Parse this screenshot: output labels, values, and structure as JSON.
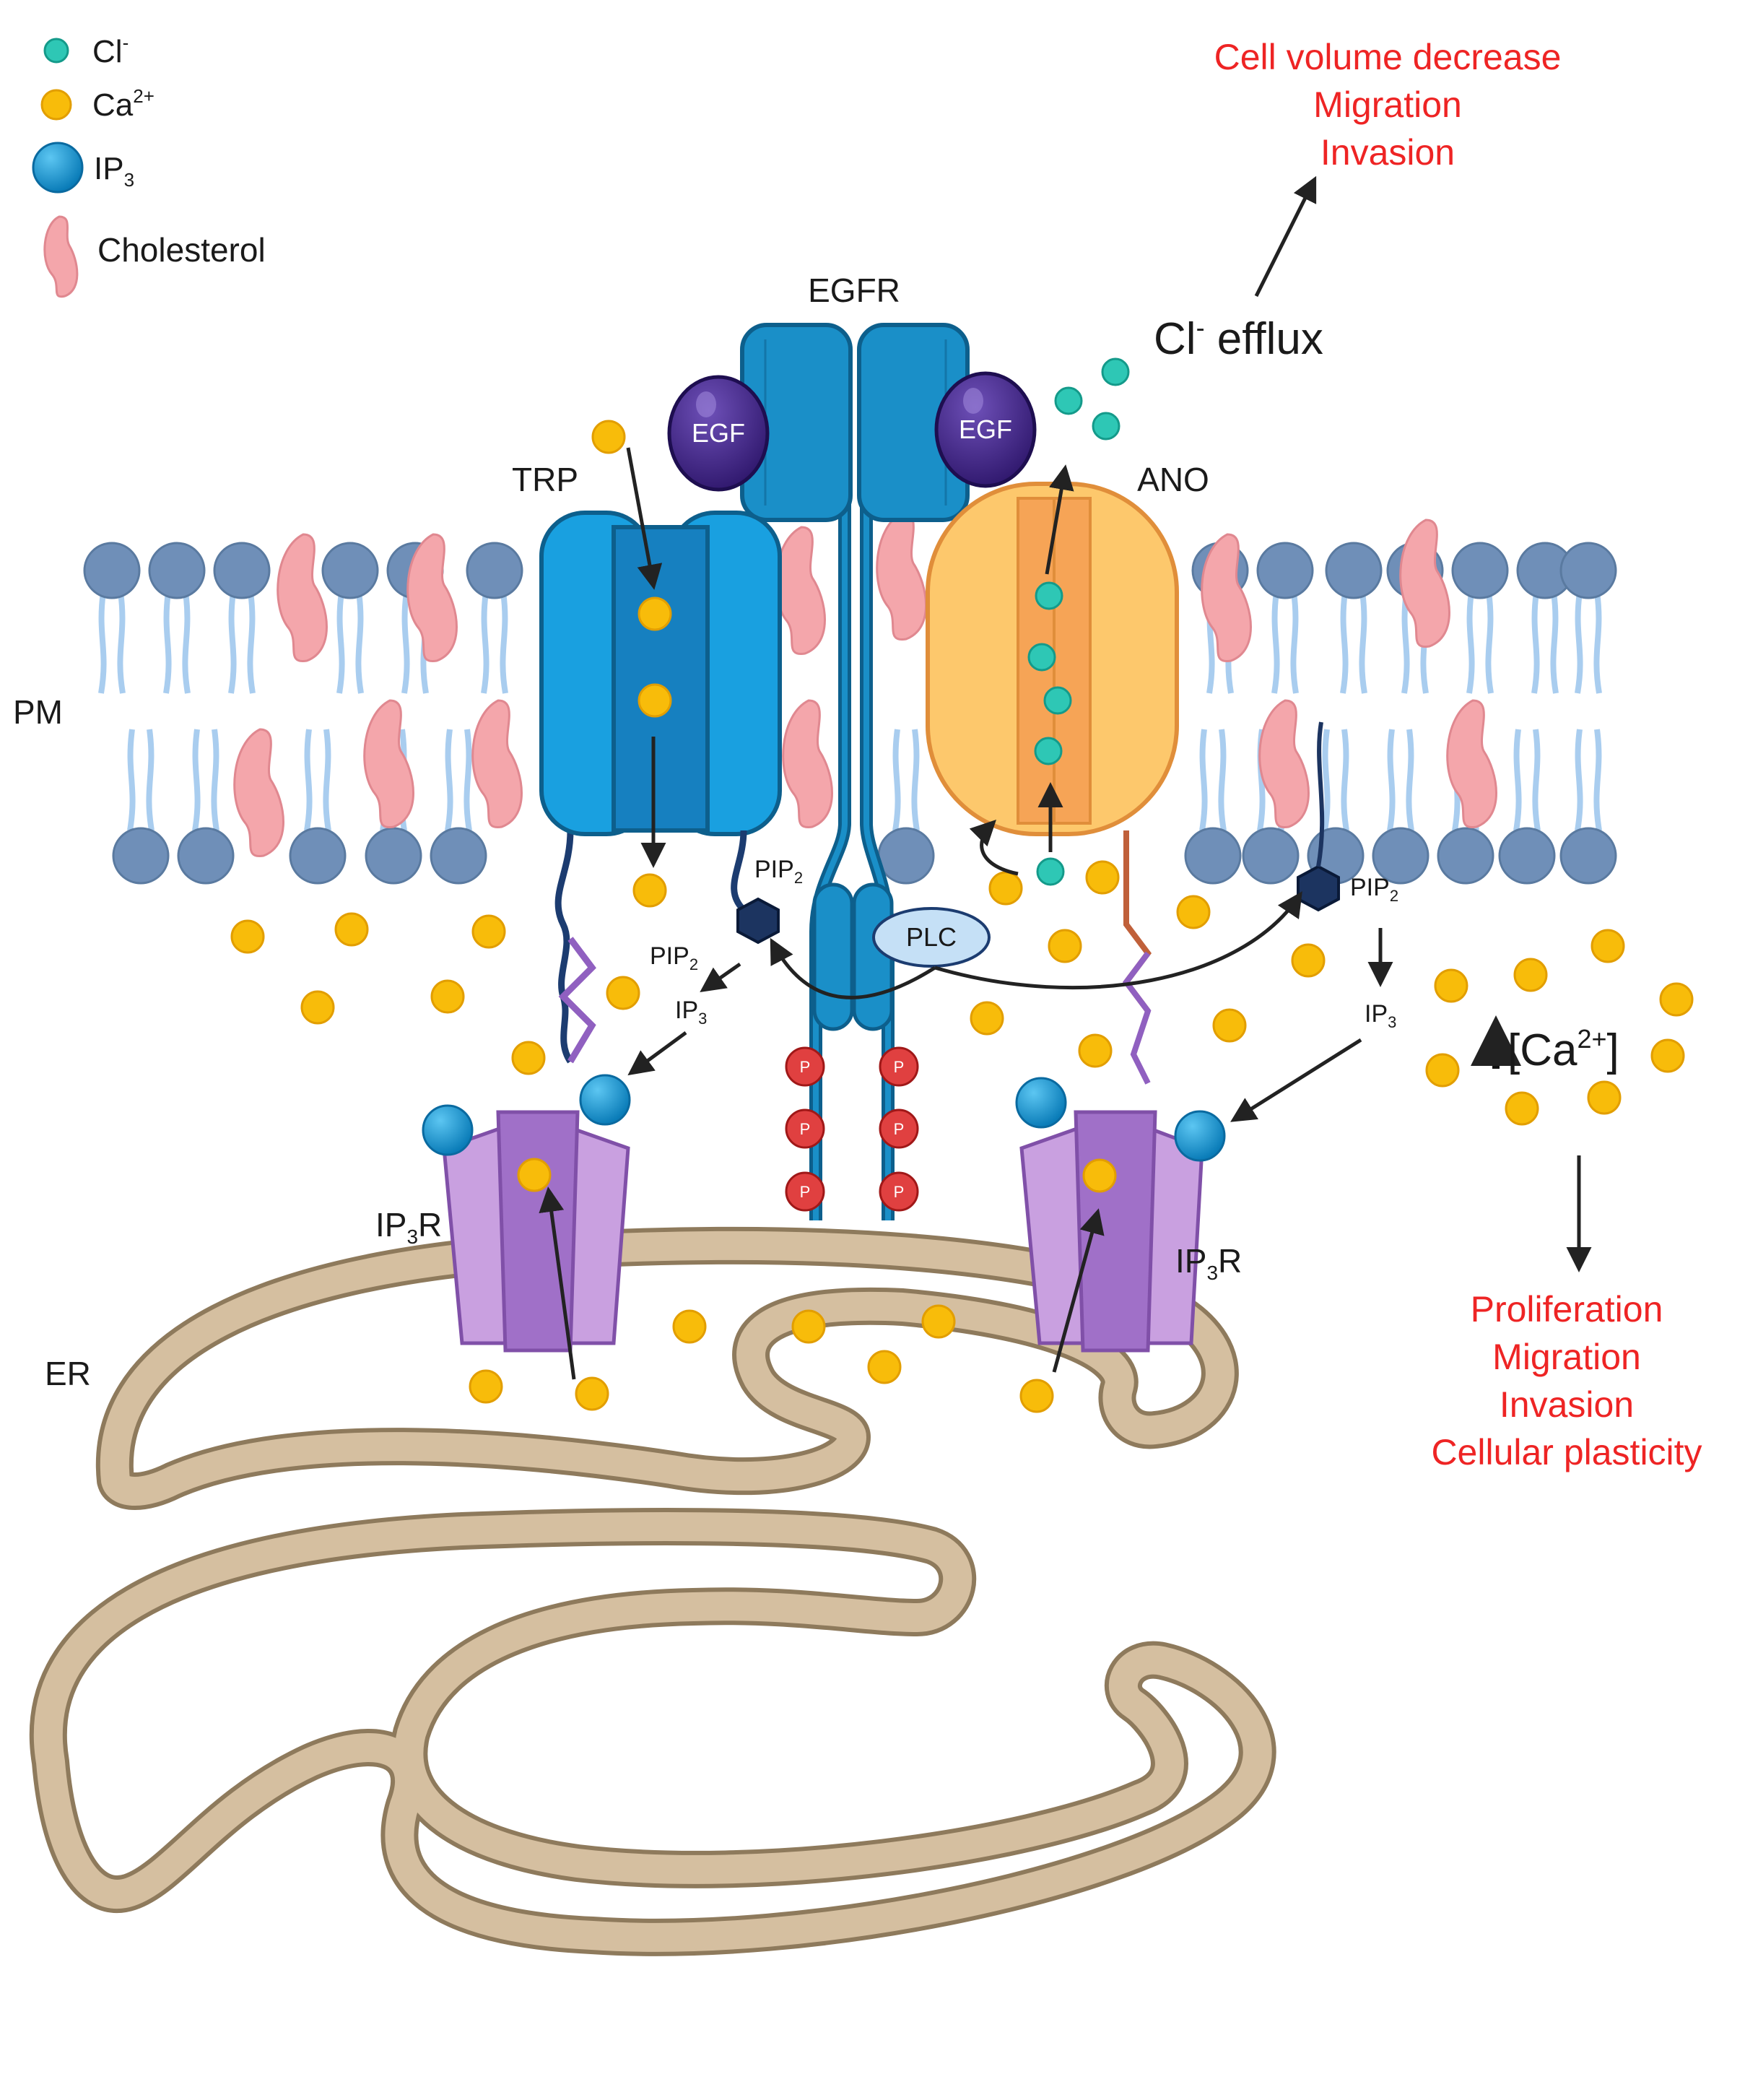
{
  "legend": {
    "cl_label": "Cl",
    "cl_sup": "-",
    "ca_label": "Ca",
    "ca_sup": "2+",
    "ip3_label": "IP",
    "ip3_sub": "3",
    "chol_label": "Cholesterol"
  },
  "labels": {
    "egfr": "EGFR",
    "egf": "EGF",
    "trp": "TRP",
    "ano": "ANO",
    "pm": "PM",
    "er": "ER",
    "plc": "PLC",
    "pip": "PIP",
    "pip_sub": "2",
    "ip": "IP",
    "ip_sub": "3",
    "ip3r_pre": "IP",
    "ip3r_sub": "3",
    "ip3r_post": "R",
    "p": "P",
    "cl_efflux_cl": "Cl",
    "cl_efflux_sup": "-",
    "cl_efflux_word": " efflux",
    "ca_level_open": "[Ca",
    "ca_level_sup": "2+",
    "ca_level_close": "]"
  },
  "outcomes_top": [
    "Cell volume decrease",
    "Migration",
    "Invasion"
  ],
  "outcomes_bottom": [
    "Proliferation",
    "Migration",
    "Invasion",
    "Cellular plasticity"
  ],
  "colors": {
    "chloride": "#2ec7b5",
    "calcium": "#f8bc0a",
    "ip3": "#1596d4",
    "cholesterol": "#f4a6ab",
    "lipid_head": "#6f8fb8",
    "lipid_tail": "#a9cdef",
    "trp_body": "#19a0e0",
    "egfr": "#0f6fa0",
    "egf": "#4a2d8f",
    "ano_outer": "#fdc86c",
    "ano_inner": "#f6a456",
    "ip3r": "#c9a0e0",
    "er": "#d5bfa0",
    "er_stroke": "#8e7a5c",
    "phospho": "#e04040",
    "outcome_text": "#ee2424"
  }
}
